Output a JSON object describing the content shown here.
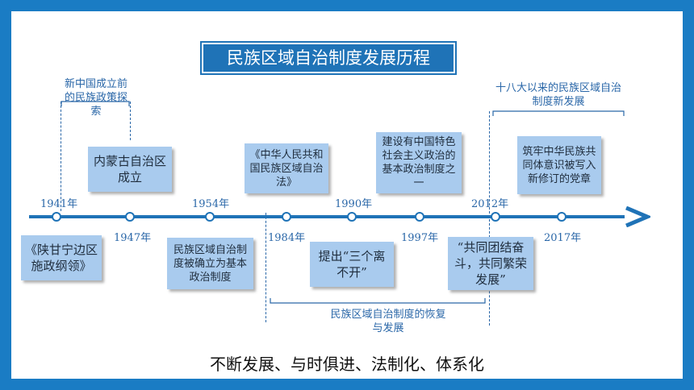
{
  "title": "民族区域自治制度发展历程",
  "notes": {
    "pre_founding": "新中国成立前的民族政策探索",
    "new_era": "十八大以来的民族区域自治制度新发展",
    "recovery": "民族区域自治制度的恢复与发展"
  },
  "years": [
    "1941年",
    "1947年",
    "1954年",
    "1984年",
    "1990年",
    "1997年",
    "2012年",
    "2017年"
  ],
  "cards": {
    "shaanganning": "《陕甘宁边区施政纲领》",
    "neimenggu": "内蒙古自治区成立",
    "established": "民族区域自治制度被确立为基本政治制度",
    "law": "《中华人民共和国民族区域自治法》",
    "three_inseparable": "提出“三个离不开”",
    "basic_system": "建设有中国特色社会主义政治的基本政治制度之一",
    "unity": "“共同团结奋斗，共同繁荣发展”",
    "party_constitution": "筑牢中华民族共同体意识被写入新修订的党章"
  },
  "footer": "不断发展、与时俱进、法制化、体系化",
  "colors": {
    "frame": "#1a7cc4",
    "axis": "#1f73b7",
    "card": "#a9cbee",
    "note_text": "#2a67a8"
  }
}
